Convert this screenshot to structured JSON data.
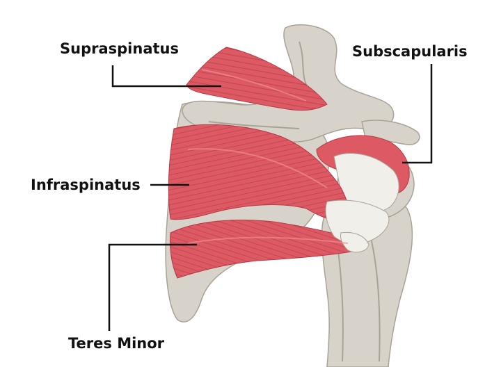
{
  "labels": {
    "supraspinatus": "Supraspinatus",
    "subscapularis": "Subscapularis",
    "infraspinatus": "Infraspinatus",
    "teres_minor": "Teres Minor"
  },
  "colors": {
    "muscle": "#dd5a64",
    "muscle_dark": "#b83843",
    "muscle_light": "#ef8a91",
    "bone": "#d8d3ca",
    "bone_shadow": "#a9a296",
    "tendon": "#f1efea",
    "leader_line": "#111111",
    "background": "#ffffff"
  }
}
